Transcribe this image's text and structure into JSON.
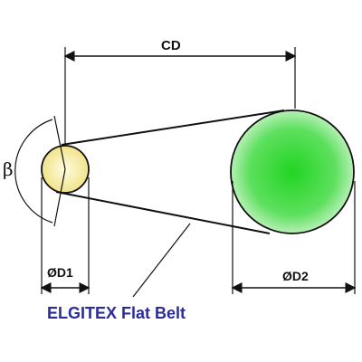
{
  "labels": {
    "center_distance": "CD",
    "angle": "β",
    "small_pulley_diameter": "D1",
    "large_pulley_diameter": "D2",
    "diameter_symbol": "Ø",
    "belt_caption": "ELGITEX Flat Belt"
  },
  "colors": {
    "caption": "#2b2b9e",
    "small_pulley_fill": "#f4ec9a",
    "small_pulley_center": "#fffce0",
    "large_pulley_fill": "#3ddc3d",
    "large_pulley_center": "#22d422",
    "large_pulley_edge": "#b6f0b6",
    "lines": "#111111"
  }
}
